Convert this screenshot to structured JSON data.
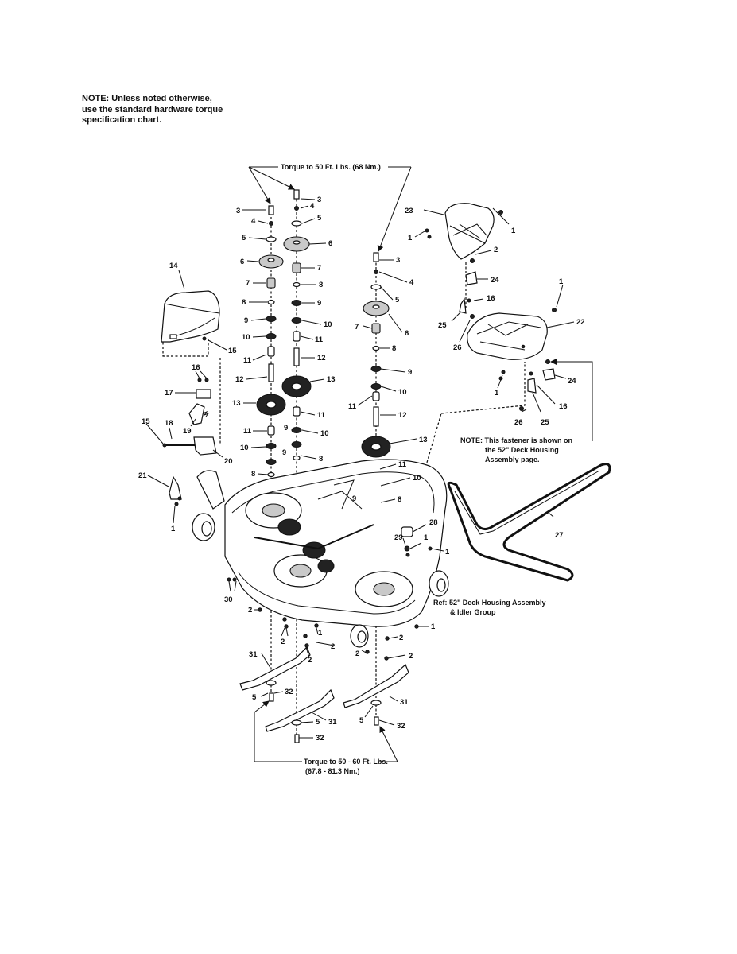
{
  "note": {
    "lines": [
      "NOTE: Unless noted otherwise,",
      "use the standard hardware torque",
      "specification chart."
    ]
  },
  "captions": {
    "torque_top": "Torque to 50 Ft. Lbs. (68 Nm.)",
    "torque_bottom_1": "Torque to 50 - 60 Ft. Lbs.",
    "torque_bottom_2": "(67.8 - 81.3 Nm.)",
    "fastener_note_1": "NOTE: This fastener is shown on",
    "fastener_note_2": "the 52\" Deck Housing",
    "fastener_note_3": "Assembly page.",
    "ref_1": "Ref: 52\" Deck Housing Assembly",
    "ref_2": "& Idler Group"
  },
  "callouts": {
    "n1": "1",
    "n2": "2",
    "n3": "3",
    "n4": "4",
    "n5": "5",
    "n6": "6",
    "n7": "7",
    "n8": "8",
    "n9": "9",
    "n10": "10",
    "n11": "11",
    "n12": "12",
    "n13": "13",
    "n14": "14",
    "n15": "15",
    "n16": "16",
    "n17": "17",
    "n18": "18",
    "n19": "19",
    "n20": "20",
    "n21": "21",
    "n22": "22",
    "n23": "23",
    "n24": "24",
    "n25": "25",
    "n26": "26",
    "n27": "27",
    "n28": "28",
    "n29": "29",
    "n30": "30",
    "n31": "31",
    "n32": "32"
  }
}
